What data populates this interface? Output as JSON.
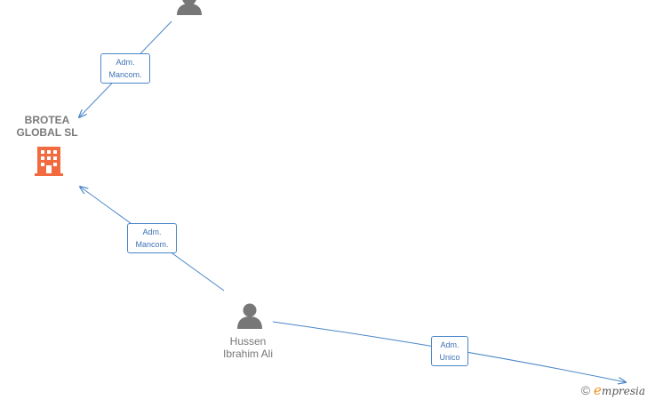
{
  "nodes": {
    "company": {
      "name": "BROTEA\nGLOBAL  SL",
      "icon": "building-icon",
      "color": "#f26a3f"
    },
    "person_top": {
      "name": "",
      "icon": "person-icon",
      "color": "#777777"
    },
    "person_main": {
      "name": "Hussen\nIbrahim Ali",
      "icon": "person-icon",
      "color": "#777777"
    }
  },
  "edges": [
    {
      "label": "Adm.\nMancom."
    },
    {
      "label": "Adm.\nMancom."
    },
    {
      "label": "Adm.\nUnico"
    }
  ],
  "colors": {
    "edge": "#4a86c8"
  },
  "watermark": {
    "copyright": "©",
    "brand_initial": "e",
    "brand_rest": "mpresia"
  }
}
